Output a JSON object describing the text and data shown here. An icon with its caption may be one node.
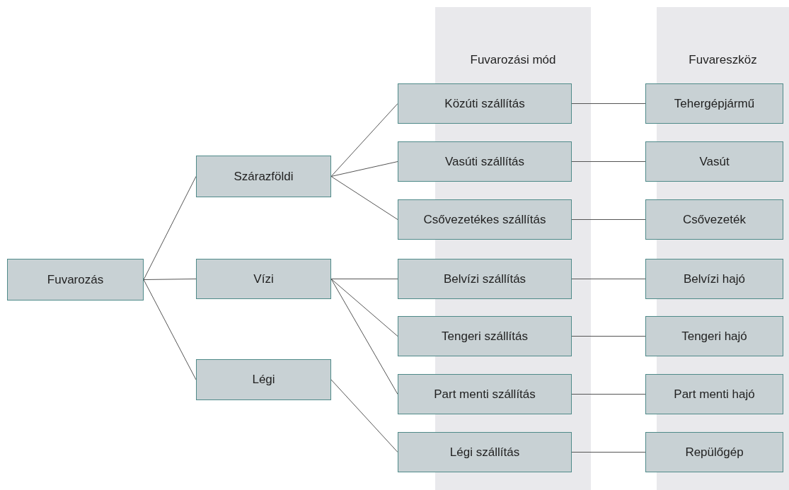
{
  "diagram": {
    "nodes": [
      {
        "text": [
          "Fuvarozás"
        ]
      },
      {
        "text": [
          "Szárazföldi"
        ]
      },
      {
        "text": [
          "Vízi"
        ]
      },
      {
        "text": [
          "Légi"
        ]
      },
      {
        "text": [
          "Közúti szállítás"
        ]
      },
      {
        "text": [
          "Vasúti szállítás"
        ]
      },
      {
        "text": [
          "Csővezetékes szállítás"
        ]
      },
      {
        "text": [
          "Belvízi szállítás"
        ]
      },
      {
        "text": [
          "Tengeri szállítás"
        ]
      },
      {
        "text": [
          "Part menti szállítás"
        ]
      },
      {
        "text": [
          "Légi szállítás"
        ]
      },
      {
        "text": [
          "Tehergépjármű"
        ]
      },
      {
        "text": [
          "Vasút"
        ]
      },
      {
        "text": [
          "Csővezeték"
        ]
      },
      {
        "text": [
          "Belvízi hajó"
        ]
      },
      {
        "text": [
          "Tengeri hajó"
        ]
      },
      {
        "text": [
          "Part menti hajó"
        ]
      },
      {
        "text": [
          "Repülőgép"
        ]
      }
    ],
    "edges": [
      {
        "from": 0,
        "to": 1,
        "arrow": "none"
      },
      {
        "from": 0,
        "to": 2,
        "arrow": "none"
      },
      {
        "from": 0,
        "to": 3,
        "arrow": "none"
      },
      {
        "from": 1,
        "to": 4,
        "arrow": "none"
      },
      {
        "from": 1,
        "to": 5,
        "arrow": "none"
      },
      {
        "from": 1,
        "to": 6,
        "arrow": "none"
      },
      {
        "from": 2,
        "to": 7,
        "arrow": "none"
      },
      {
        "from": 2,
        "to": 8,
        "arrow": "none"
      },
      {
        "from": 2,
        "to": 9,
        "arrow": "none"
      },
      {
        "from": 3,
        "to": 10,
        "arrow": "none"
      },
      {
        "from": 4,
        "to": 11,
        "arrow": "none"
      },
      {
        "from": 5,
        "to": 12,
        "arrow": "none"
      },
      {
        "from": 6,
        "to": 13,
        "arrow": "none"
      },
      {
        "from": 7,
        "to": 14,
        "arrow": "none"
      },
      {
        "from": 8,
        "to": 15,
        "arrow": "none"
      },
      {
        "from": 9,
        "to": 16,
        "arrow": "none"
      },
      {
        "from": 10,
        "to": 17,
        "arrow": "none"
      }
    ],
    "labels": [
      "Fuvarozási mód",
      "Fuvareszköz"
    ]
  }
}
